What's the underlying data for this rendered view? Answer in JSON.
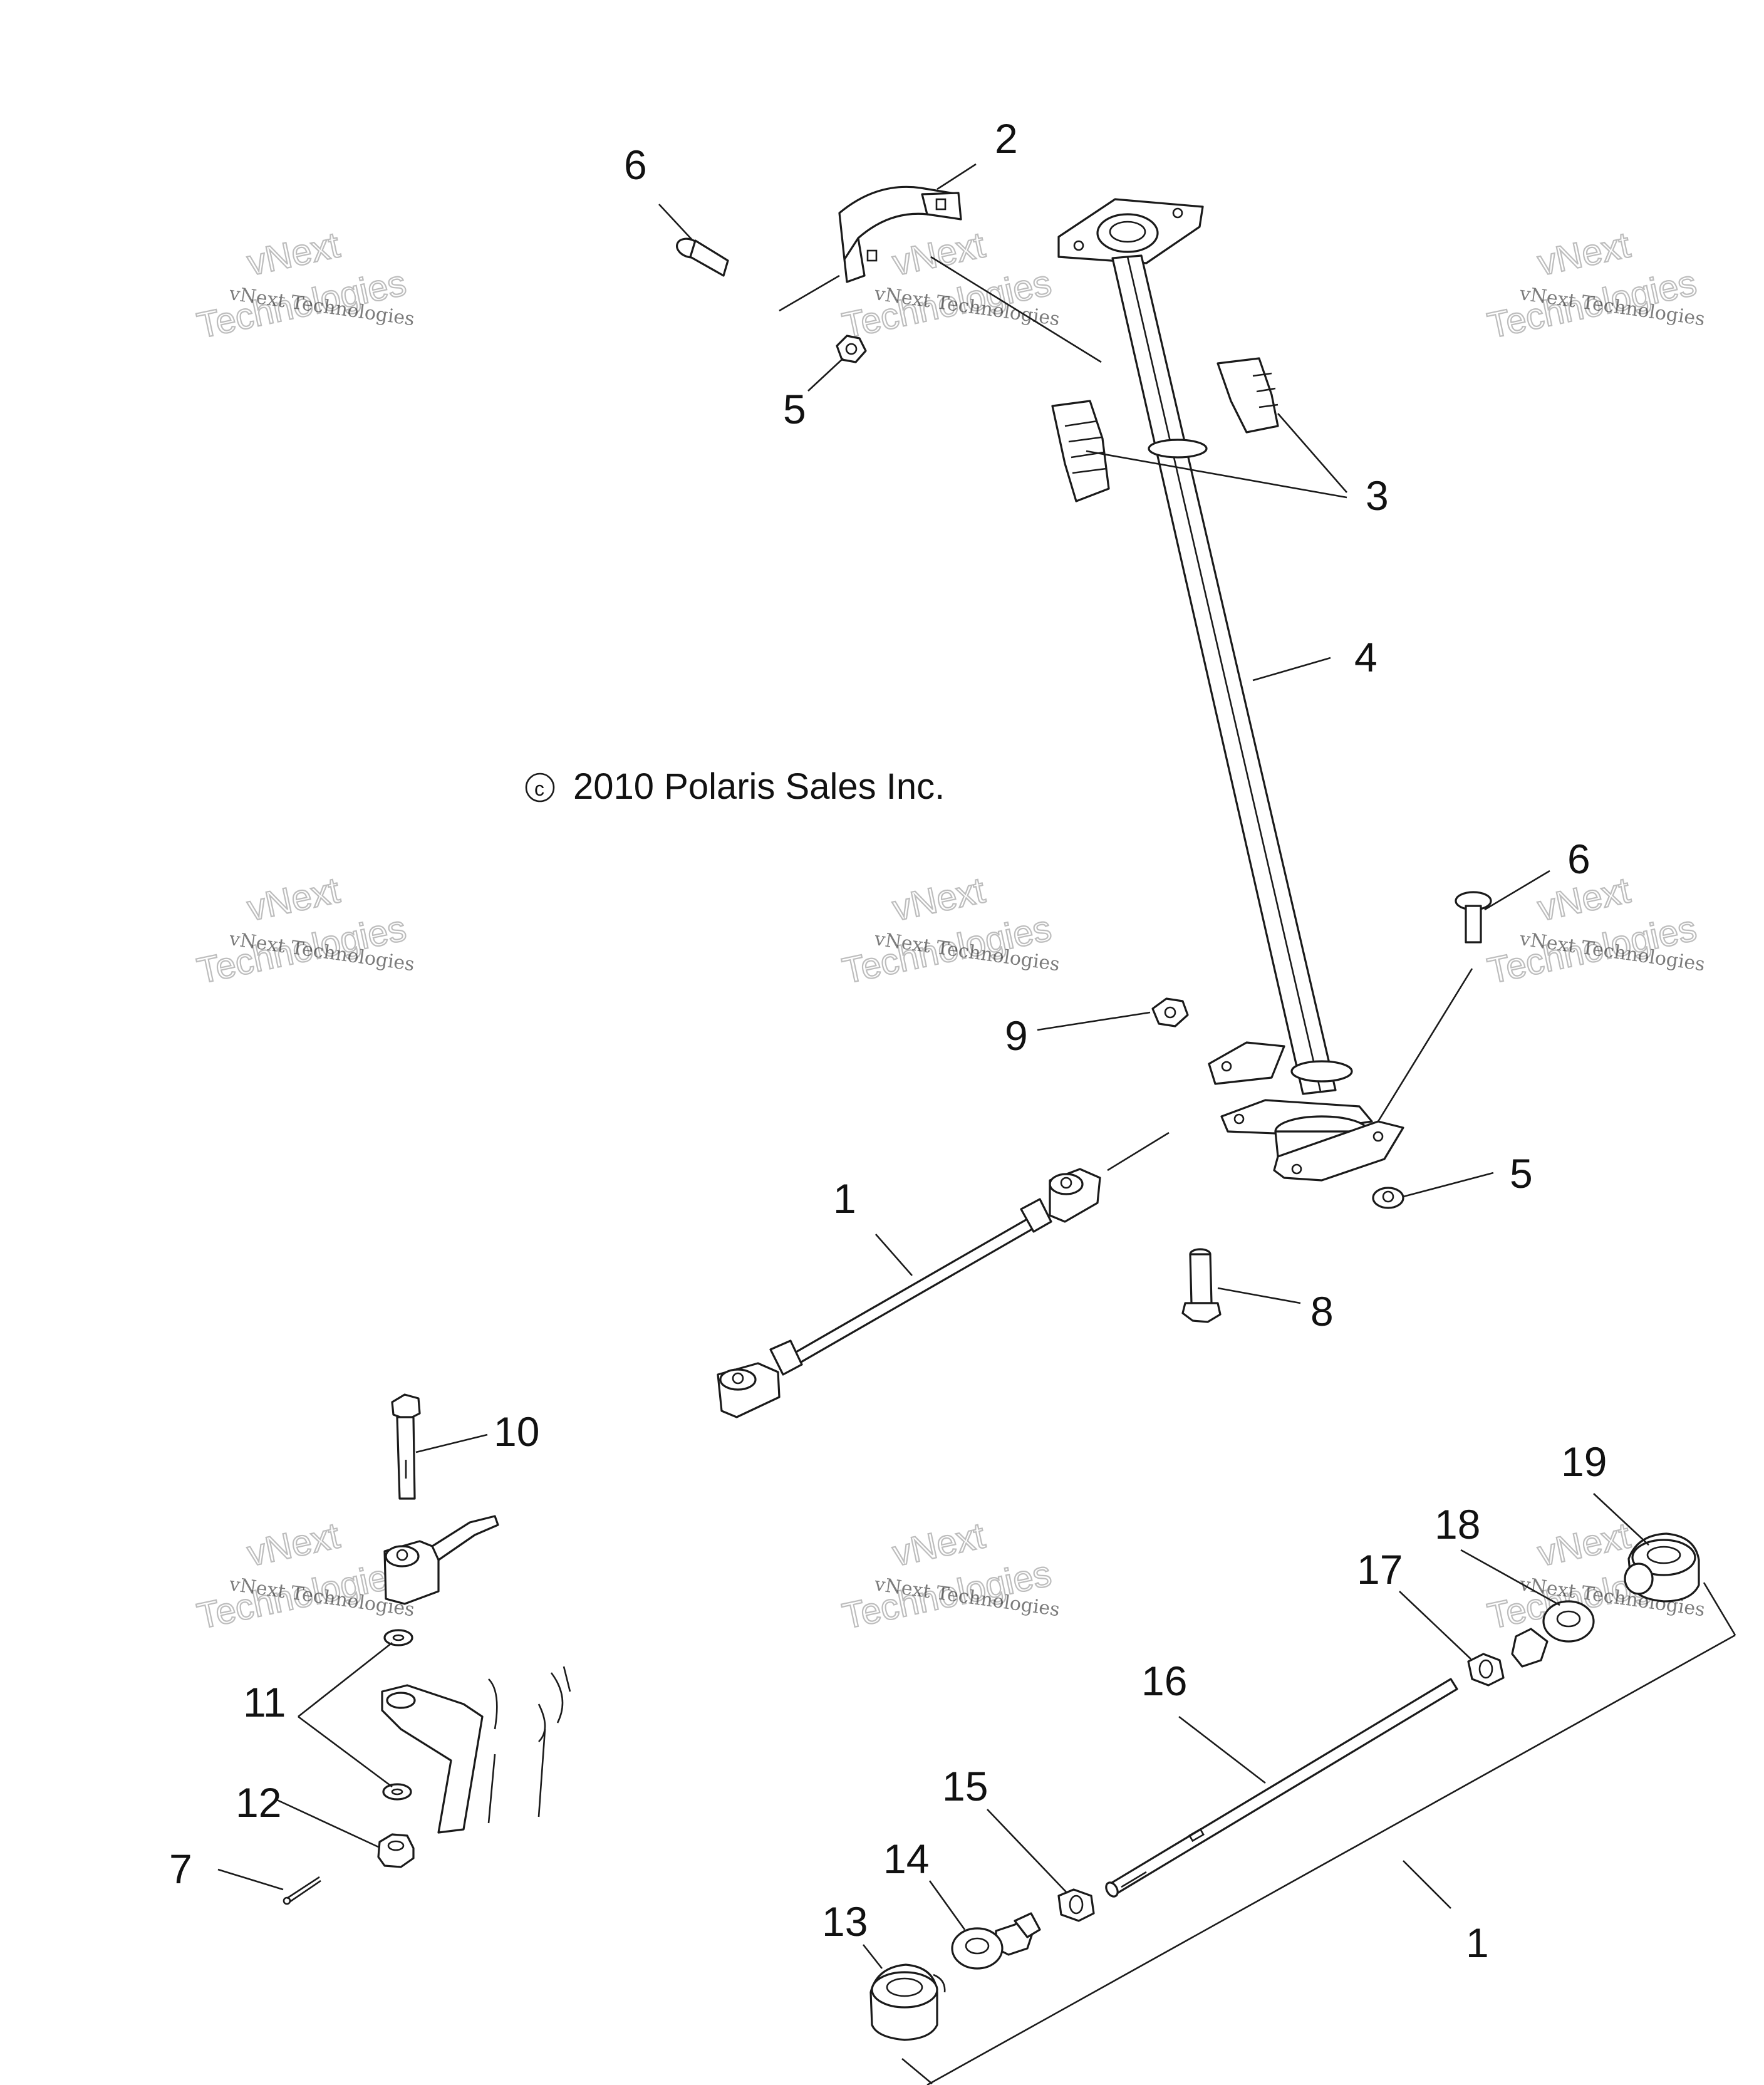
{
  "copyright": "2010 Polaris Sales Inc.",
  "watermark": {
    "line1": "vNext Technologies",
    "line2": "vNext",
    "line3": "Technologies"
  },
  "callouts": {
    "c1a": "1",
    "c1b": "1",
    "c2": "2",
    "c3": "3",
    "c4": "4",
    "c5a": "5",
    "c5b": "5",
    "c6a": "6",
    "c6b": "6",
    "c7": "7",
    "c8": "8",
    "c9": "9",
    "c10": "10",
    "c11": "11",
    "c12": "12",
    "c13": "13",
    "c14": "14",
    "c15": "15",
    "c16": "16",
    "c17": "17",
    "c18": "18",
    "c19": "19"
  }
}
